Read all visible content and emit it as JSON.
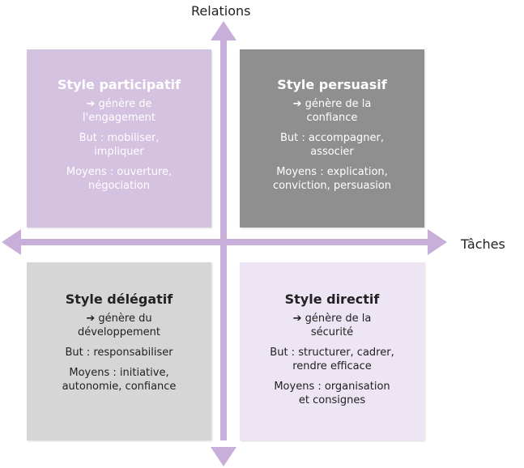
{
  "axes": {
    "vertical_label": "Relations",
    "horizontal_label": "Tâches",
    "color": "#c8afd9"
  },
  "quadrants": {
    "participatif": {
      "title": "Style participatif",
      "gen_1": "➔ génère de",
      "gen_2": "l'engagement",
      "but_1": "But : mobiliser,",
      "but_2": "impliquer",
      "moyens_1": "Moyens : ouverture,",
      "moyens_2": "négociation",
      "color": "#d4c2e0"
    },
    "persuasif": {
      "title": "Style persuasif",
      "gen_1": "➔ génère de la",
      "gen_2": "confiance",
      "but_1": "But : accompagner,",
      "but_2": "associer",
      "moyens_1": "Moyens : explication,",
      "moyens_2": "conviction, persuasion",
      "color": "#8f8f8f"
    },
    "delegatif": {
      "title": "Style délégatif",
      "gen_1": "➔ génère du",
      "gen_2": "développement",
      "but_1": "But : responsabiliser",
      "moyens_1": "Moyens : initiative,",
      "moyens_2": "autonomie, confiance",
      "color": "#d6d6d6"
    },
    "directif": {
      "title": "Style directif",
      "gen_1": "➔ génère de la",
      "gen_2": "sécurité",
      "but_1": "But : structurer, cadrer,",
      "but_2": "rendre efficace",
      "moyens_1": "Moyens : organisation",
      "moyens_2": "et consignes",
      "color": "#ede5f3"
    }
  }
}
